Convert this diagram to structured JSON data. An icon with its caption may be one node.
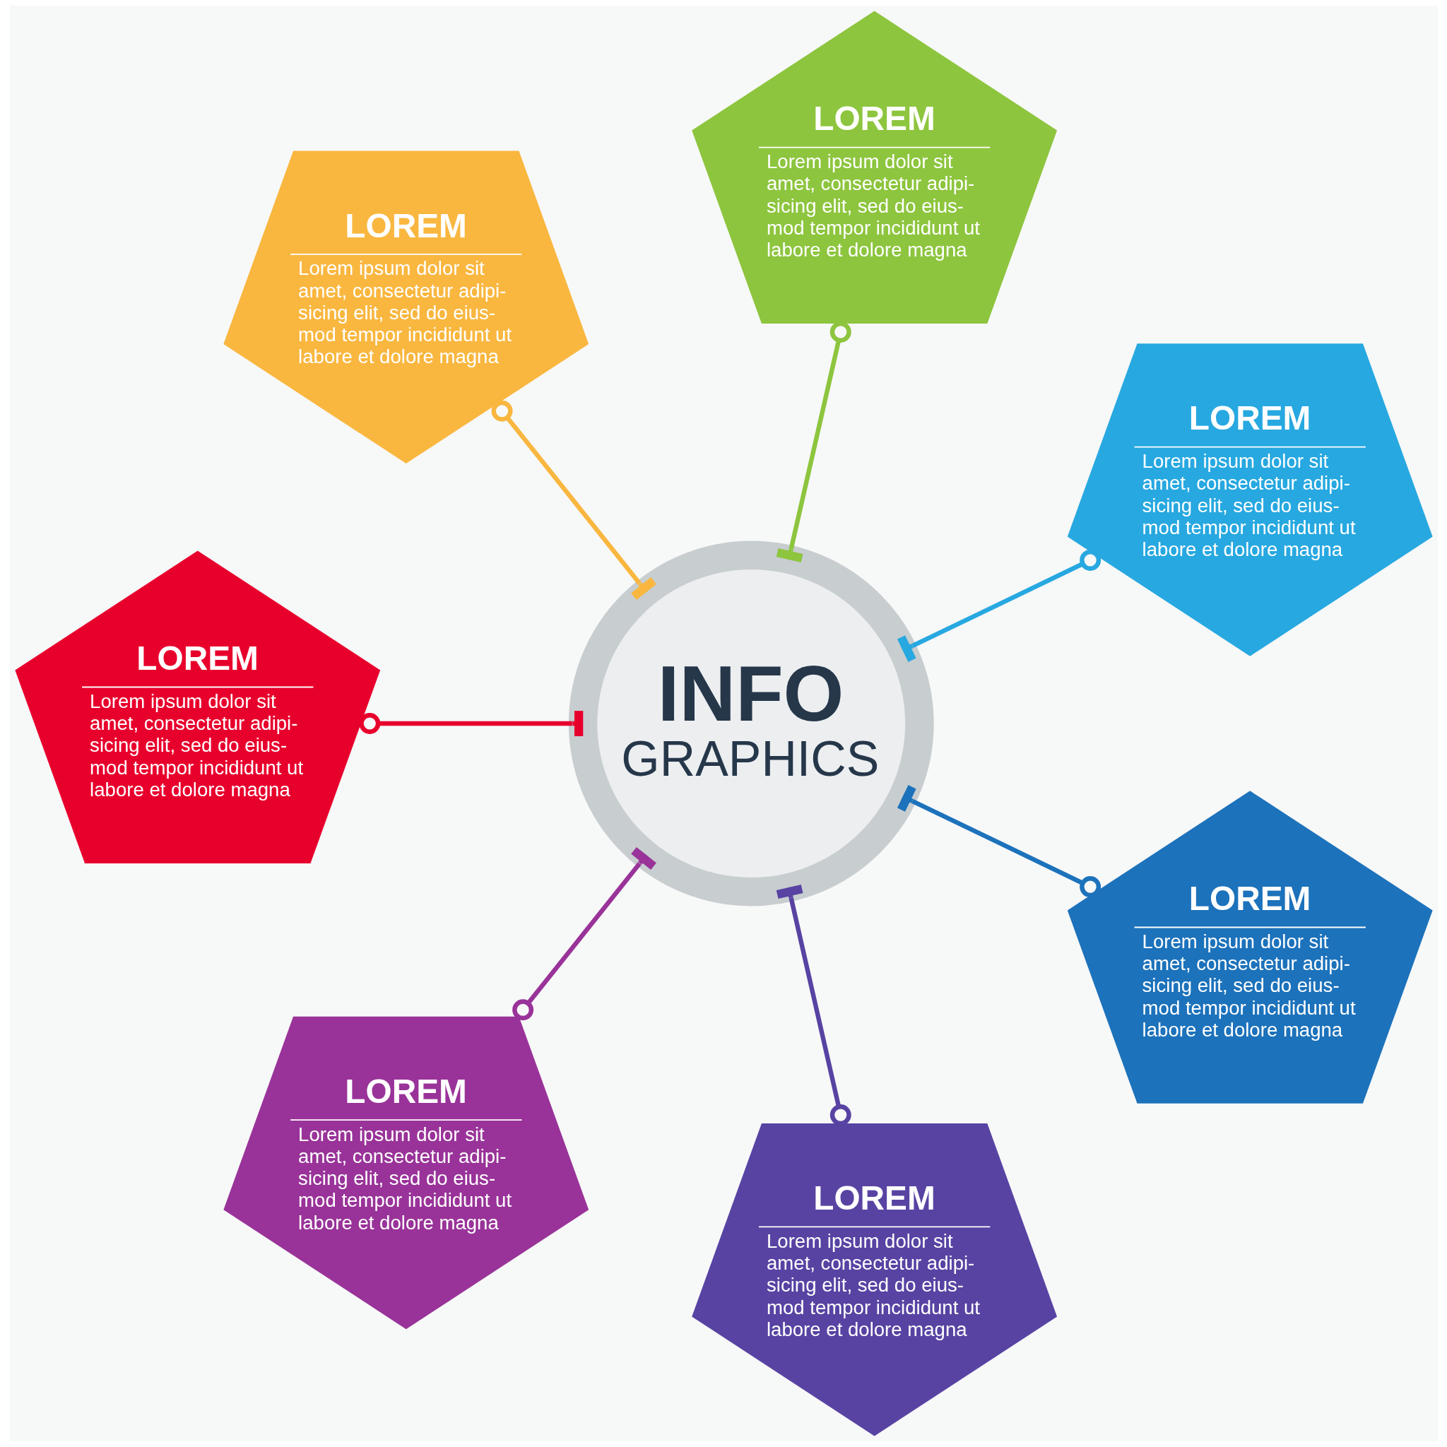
{
  "diagram": {
    "nodes": [
      {
        "text": [
          "INFO",
          "GRAPHICS"
        ]
      },
      {
        "text": [
          "LOREM",
          "Lorem ipsum dolor sit amet, consectetur adipi- sicing elit, sed do eius- mod tempor incididunt ut labore et dolore magna"
        ]
      },
      {
        "text": [
          "LOREM",
          "Lorem ipsum dolor sit amet, consectetur adipi- sicing elit, sed do eius- mod tempor incididunt ut labore et dolore magna"
        ]
      },
      {
        "text": [
          "LOREM",
          "Lorem ipsum dolor sit amet, consectetur adipi- sicing elit, sed do eius- mod tempor incididunt ut labore et dolore magna"
        ]
      },
      {
        "text": [
          "LOREM",
          "Lorem ipsum dolor sit amet, consectetur adipi- sicing elit, sed do eius- mod tempor incididunt ut labore et dolore magna"
        ]
      },
      {
        "text": [
          "LOREM",
          "Lorem ipsum dolor sit amet, consectetur adipi- sicing elit, sed do eius- mod tempor incididunt ut labore et dolore magna"
        ]
      },
      {
        "text": [
          "LOREM",
          "Lorem ipsum dolor sit amet, consectetur adipi- sicing elit, sed do eius- mod tempor incididunt ut labore et dolore magna"
        ]
      },
      {
        "text": [
          "LOREM",
          "Lorem ipsum dolor sit amet, consectetur adipi- sicing elit, sed do eius- mod tempor incididunt ut labore et dolore magna"
        ]
      }
    ],
    "edges": [
      {
        "from": 0,
        "to": 6,
        "arrow": "other",
        "color": "#993399"
      },
      {
        "from": 0,
        "to": 4,
        "arrow": "other",
        "color": "#e8002d"
      },
      {
        "from": 0,
        "to": 2,
        "arrow": "other",
        "color": "#f9b740"
      },
      {
        "from": 0,
        "to": 1,
        "arrow": "other",
        "color": "#8dc53e"
      },
      {
        "from": 0,
        "to": 3,
        "arrow": "other",
        "color": "#27a8e0"
      },
      {
        "from": 0,
        "to": 5,
        "arrow": "other",
        "color": "#1c72bb"
      },
      {
        "from": 0,
        "to": 7,
        "arrow": "other",
        "color": "#5843a3"
      }
    ]
  }
}
